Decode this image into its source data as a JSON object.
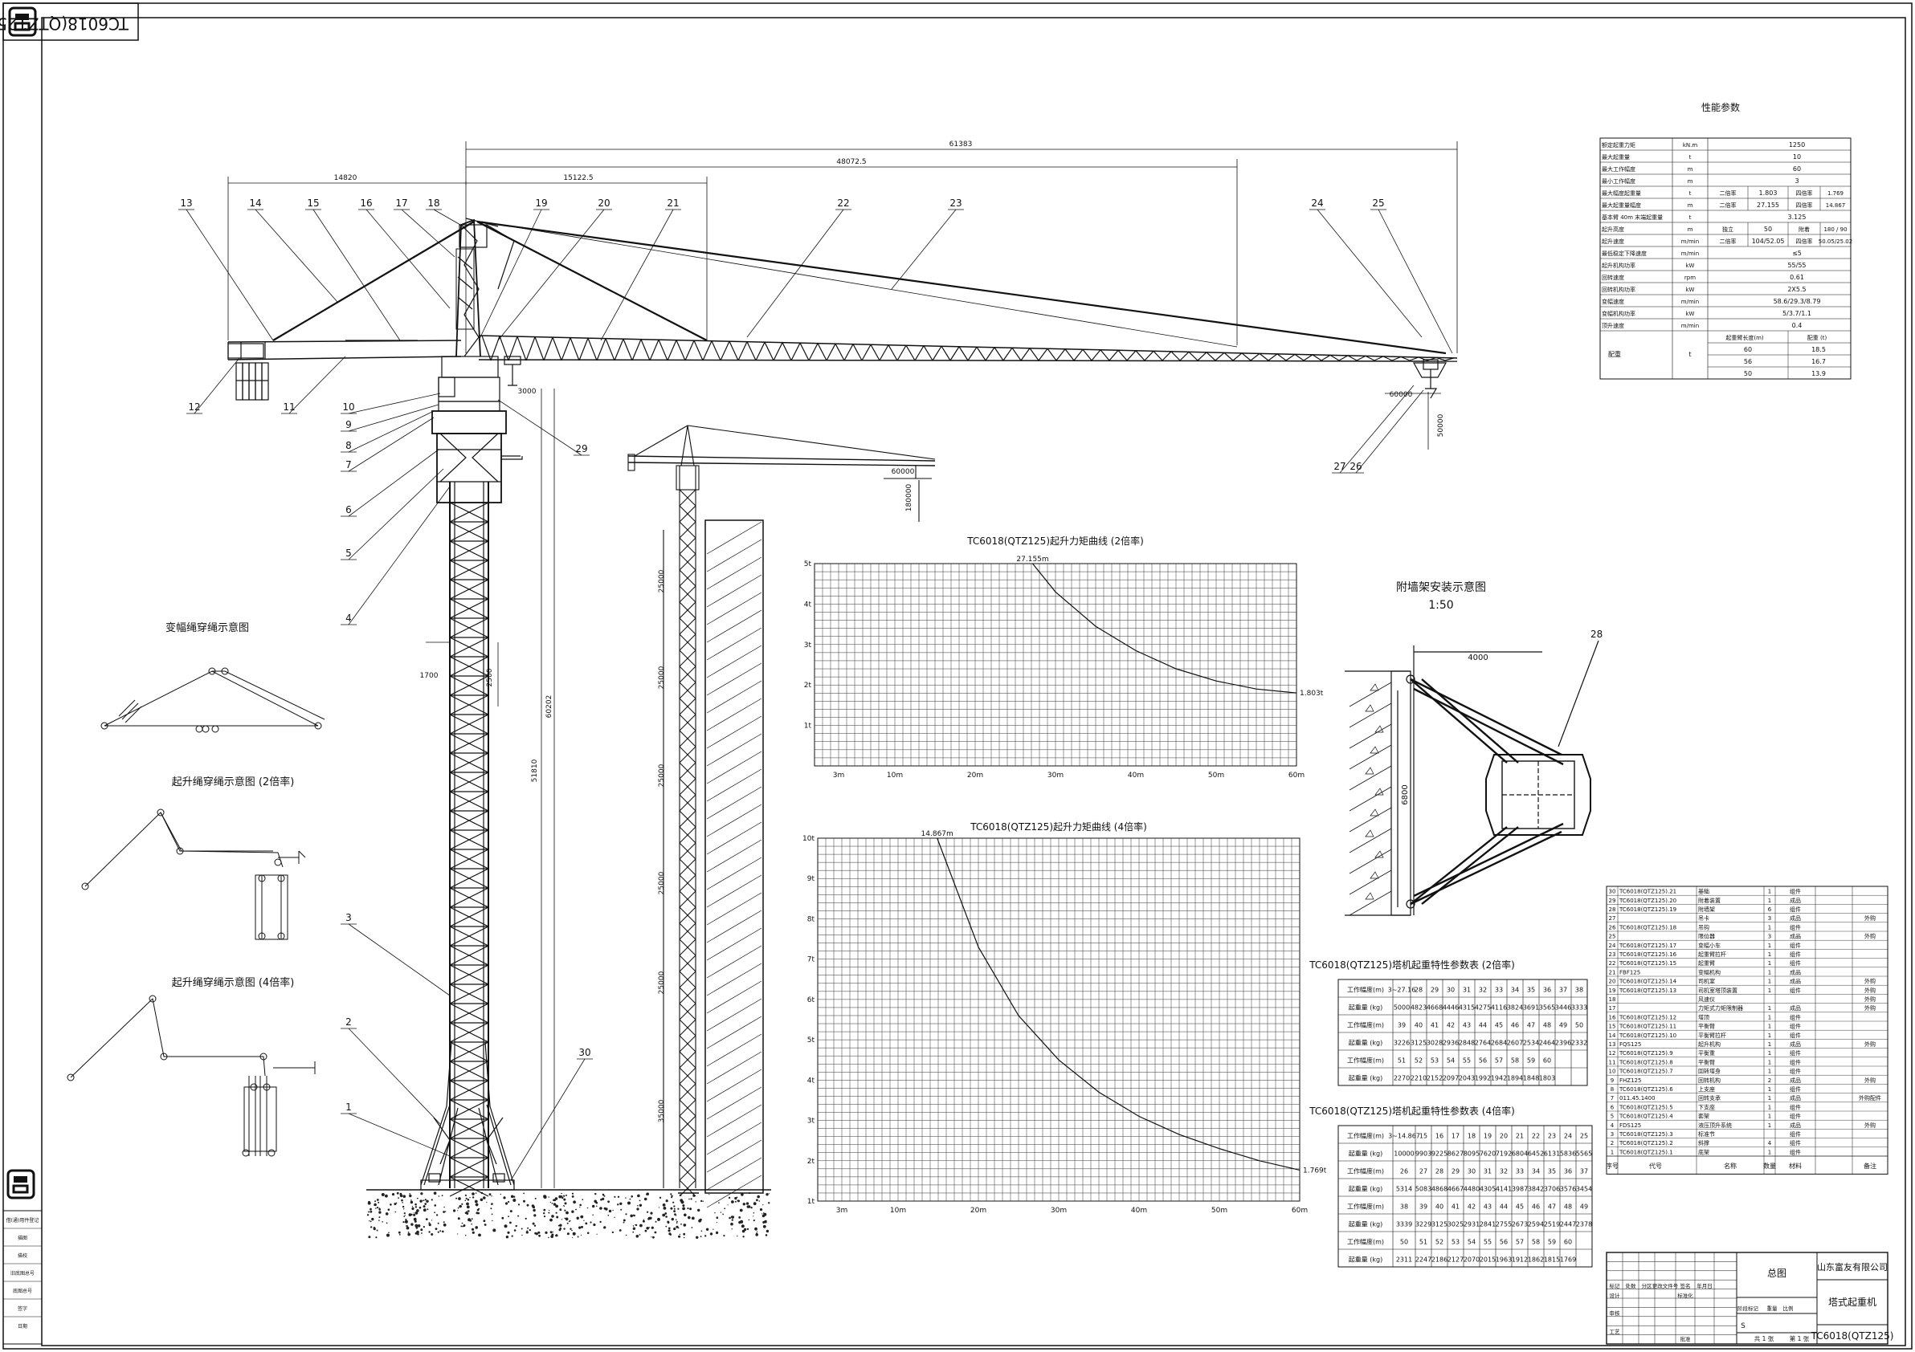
{
  "drawing_code": "TC6018(QTZ125)",
  "perf": {
    "title": "性能参数",
    "rows": [
      {
        "name": "额定起重力矩",
        "unit": "kN.m",
        "v1": "1250",
        "v2": "",
        "v3": "",
        "v4": ""
      },
      {
        "name": "最大起重量",
        "unit": "t",
        "v1": "10",
        "v2": "",
        "v3": "",
        "v4": ""
      },
      {
        "name": "最大工作幅度",
        "unit": "m",
        "v1": "60",
        "v2": "",
        "v3": "",
        "v4": ""
      },
      {
        "name": "最小工作幅度",
        "unit": "m",
        "v1": "3",
        "v2": "",
        "v3": "",
        "v4": ""
      },
      {
        "name": "最大幅度起重量",
        "unit": "t",
        "v1": "二倍率",
        "v2": "1.803",
        "v3": "四倍率",
        "v4": "1.769"
      },
      {
        "name": "最大起重量幅度",
        "unit": "m",
        "v1": "二倍率",
        "v2": "27.155",
        "v3": "四倍率",
        "v4": "14.867"
      },
      {
        "name": "基本臂 40m 末端起重量",
        "unit": "t",
        "v1": "3.125",
        "v2": "",
        "v3": "",
        "v4": ""
      },
      {
        "name": "起升高度",
        "unit": "m",
        "v1": "独立",
        "v2": "50",
        "v3": "附着",
        "v4": "180 / 90"
      },
      {
        "name": "起升速度",
        "unit": "m/min",
        "v1": "二倍率",
        "v2": "104/52.05",
        "v3": "四倍率",
        "v4": "50.05/25.02"
      },
      {
        "name": "最低稳定下降速度",
        "unit": "m/min",
        "v1": "≤5",
        "v2": "",
        "v3": "",
        "v4": ""
      },
      {
        "name": "起升机构功率",
        "unit": "kW",
        "v1": "55/55",
        "v2": "",
        "v3": "",
        "v4": ""
      },
      {
        "name": "回转速度",
        "unit": "rpm",
        "v1": "0.61",
        "v2": "",
        "v3": "",
        "v4": ""
      },
      {
        "name": "回转机构功率",
        "unit": "kW",
        "v1": "2X5.5",
        "v2": "",
        "v3": "",
        "v4": ""
      },
      {
        "name": "变幅速度",
        "unit": "m/min",
        "v1": "58.6/29.3/8.79",
        "v2": "",
        "v3": "",
        "v4": ""
      },
      {
        "name": "变幅机构功率",
        "unit": "kW",
        "v1": "5/3.7/1.1",
        "v2": "",
        "v3": "",
        "v4": ""
      },
      {
        "name": "顶升速度",
        "unit": "m/min",
        "v1": "0.4",
        "v2": "",
        "v3": "",
        "v4": ""
      }
    ],
    "weight_label": "配重",
    "weight_unit": "t",
    "weight_head": [
      "起重臂长度(m)",
      "配重 (t)"
    ],
    "weight_rows": [
      [
        "60",
        "18.5"
      ],
      [
        "56",
        "16.7"
      ],
      [
        "50",
        "13.9"
      ]
    ]
  },
  "crane": {
    "dims": [
      "14820",
      "15122.5",
      "48072.5",
      "61383",
      "3000",
      "60000",
      "50000",
      "1700",
      "2500",
      "60202",
      "51810"
    ],
    "callouts": [
      "1",
      "2",
      "3",
      "4",
      "5",
      "6",
      "7",
      "8",
      "9",
      "10",
      "11",
      "12",
      "13",
      "14",
      "15",
      "16",
      "17",
      "18",
      "19",
      "20",
      "21",
      "22",
      "23",
      "24",
      "25",
      "26",
      "27",
      "28",
      "29",
      "30"
    ]
  },
  "small_crane": {
    "dims": [
      "60000",
      "180000",
      "25000",
      "25000",
      "25000",
      "25000",
      "25000",
      "35000"
    ]
  },
  "reeving": {
    "luffing": "变幅绳穿绳示意图",
    "hoist2": "起升绳穿绳示意图 (2倍率)",
    "hoist4": "起升绳穿绳示意图 (4倍率)"
  },
  "chart_data": [
    {
      "type": "line",
      "title": "TC6018(QTZ125)起升力矩曲线 (2倍率)",
      "x_ticks": [
        "3m",
        "10m",
        "20m",
        "30m",
        "40m",
        "50m",
        "60m"
      ],
      "y_ticks": [
        "1t",
        "2t",
        "3t",
        "4t",
        "5t"
      ],
      "xlim": [
        0,
        60
      ],
      "ylim": [
        0,
        5
      ],
      "annotations": [
        "27.155m",
        "1.803t"
      ],
      "x": [
        3,
        27.155,
        30,
        35,
        40,
        45,
        50,
        55,
        60
      ],
      "y": [
        5.0,
        5.0,
        4.3,
        3.45,
        2.85,
        2.4,
        2.1,
        1.9,
        1.803
      ]
    },
    {
      "type": "line",
      "title": "TC6018(QTZ125)起升力矩曲线 (4倍率)",
      "x_ticks": [
        "3m",
        "10m",
        "20m",
        "30m",
        "40m",
        "50m",
        "60m"
      ],
      "y_ticks": [
        "1t",
        "2t",
        "3t",
        "4t",
        "5t",
        "6t",
        "7t",
        "8t",
        "9t",
        "10t"
      ],
      "xlim": [
        0,
        60
      ],
      "ylim": [
        1,
        10
      ],
      "annotations": [
        "14.867m",
        "1.769t"
      ],
      "x": [
        3,
        14.867,
        20,
        25,
        30,
        35,
        40,
        45,
        50,
        55,
        60
      ],
      "y": [
        10,
        10,
        7.3,
        5.6,
        4.5,
        3.7,
        3.1,
        2.65,
        2.3,
        2.0,
        1.769
      ]
    }
  ],
  "tie": {
    "title": "附墙架安装示意图",
    "scale": "1:50",
    "dims": [
      "4000",
      "6800"
    ],
    "callout": "28"
  },
  "table2": {
    "title": "TC6018(QTZ125)塔机起重特性参数表 (2倍率)",
    "rows": [
      [
        "工作幅度(m)",
        "3~27.16",
        "28",
        "29",
        "30",
        "31",
        "32",
        "33",
        "34",
        "35",
        "36",
        "37",
        "38"
      ],
      [
        "起重量 (kg)",
        "5000",
        "4823",
        "4668",
        "4446",
        "4315",
        "4275",
        "4116",
        "3824",
        "3691",
        "3565",
        "3446",
        "3333"
      ],
      [
        "工作幅度(m)",
        "39",
        "40",
        "41",
        "42",
        "43",
        "44",
        "45",
        "46",
        "47",
        "48",
        "49",
        "50"
      ],
      [
        "起重量 (kg)",
        "3226",
        "3125",
        "3028",
        "2936",
        "2848",
        "2764",
        "2684",
        "2607",
        "2534",
        "2464",
        "2396",
        "2332"
      ],
      [
        "工作幅度(m)",
        "51",
        "52",
        "53",
        "54",
        "55",
        "56",
        "57",
        "58",
        "59",
        "60",
        "",
        ""
      ],
      [
        "起重量 (kg)",
        "2270",
        "2210",
        "2152",
        "2097",
        "2043",
        "1992",
        "1942",
        "1894",
        "1848",
        "1803",
        "",
        ""
      ]
    ]
  },
  "table4": {
    "title": "TC6018(QTZ125)塔机起重特性参数表 (4倍率)",
    "rows": [
      [
        "工作幅度(m)",
        "3~14.867",
        "15",
        "16",
        "17",
        "18",
        "19",
        "20",
        "21",
        "22",
        "23",
        "24",
        "25"
      ],
      [
        "起重量 (kg)",
        "10000",
        "9903",
        "9225",
        "8627",
        "8095",
        "7620",
        "7192",
        "6804",
        "6452",
        "6131",
        "5836",
        "5565"
      ],
      [
        "工作幅度(m)",
        "26",
        "27",
        "28",
        "29",
        "30",
        "31",
        "32",
        "33",
        "34",
        "35",
        "36",
        "37"
      ],
      [
        "起重量 (kg)",
        "5314",
        "5083",
        "4868",
        "4667",
        "4480",
        "4305",
        "4141",
        "3987",
        "3842",
        "3706",
        "3576",
        "3454"
      ],
      [
        "工作幅度(m)",
        "38",
        "39",
        "40",
        "41",
        "42",
        "43",
        "44",
        "45",
        "46",
        "47",
        "48",
        "49"
      ],
      [
        "起重量 (kg)",
        "3339",
        "3229",
        "3125",
        "3025",
        "2931",
        "2841",
        "2755",
        "2673",
        "2594",
        "2519",
        "2447",
        "2378"
      ],
      [
        "工作幅度(m)",
        "50",
        "51",
        "52",
        "53",
        "54",
        "55",
        "56",
        "57",
        "58",
        "59",
        "60",
        ""
      ],
      [
        "起重量 (kg)",
        "2311",
        "2247",
        "2186",
        "2127",
        "2070",
        "2015",
        "1963",
        "1912",
        "1862",
        "1815",
        "1769",
        ""
      ]
    ]
  },
  "bom": {
    "rows": [
      [
        "30",
        "TC6018(QTZ125).21",
        "基础",
        "1",
        "组件",
        ""
      ],
      [
        "29",
        "TC6018(QTZ125).20",
        "附着装置",
        "1",
        "成品",
        ""
      ],
      [
        "28",
        "TC6018(QTZ125).19",
        "附墙架",
        "6",
        "组件",
        ""
      ],
      [
        "27",
        "",
        "吊卡",
        "3",
        "成品",
        "外购"
      ],
      [
        "26",
        "TC6018(QTZ125).18",
        "吊钩",
        "1",
        "组件",
        ""
      ],
      [
        "25",
        "",
        "限位器",
        "3",
        "成品",
        "外购"
      ],
      [
        "24",
        "TC6018(QTZ125).17",
        "变幅小车",
        "1",
        "组件",
        ""
      ],
      [
        "23",
        "TC6018(QTZ125).16",
        "起重臂拉杆",
        "1",
        "组件",
        ""
      ],
      [
        "22",
        "TC6018(QTZ125).15",
        "起重臂",
        "1",
        "组件",
        ""
      ],
      [
        "21",
        "FBF125",
        "变幅机构",
        "1",
        "成品",
        ""
      ],
      [
        "20",
        "TC6018(QTZ125).14",
        "司机室",
        "1",
        "成品",
        "外购"
      ],
      [
        "19",
        "TC6018(QTZ125).13",
        "司机室塔顶装置",
        "1",
        "组件",
        "外购"
      ],
      [
        "18",
        "",
        "风速仪",
        "",
        "",
        "外购"
      ],
      [
        "17",
        "",
        "力矩式力矩限制器",
        "1",
        "成品",
        "外购"
      ],
      [
        "16",
        "TC6018(QTZ125).12",
        "塔顶",
        "1",
        "组件",
        ""
      ],
      [
        "15",
        "TC6018(QTZ125).11",
        "平衡臂",
        "1",
        "组件",
        ""
      ],
      [
        "14",
        "TC6018(QTZ125).10",
        "平衡臂拉杆",
        "1",
        "组件",
        ""
      ],
      [
        "13",
        "FQS125",
        "起升机构",
        "1",
        "成品",
        "外购"
      ],
      [
        "12",
        "TC6018(QTZ125).9",
        "平衡重",
        "1",
        "组件",
        ""
      ],
      [
        "11",
        "TC6018(QTZ125).8",
        "平衡臂",
        "1",
        "组件",
        ""
      ],
      [
        "10",
        "TC6018(QTZ125).7",
        "回转塔身",
        "1",
        "组件",
        ""
      ],
      [
        "9",
        "FHZ125",
        "回转机构",
        "2",
        "成品",
        "外购"
      ],
      [
        "8",
        "TC6018(QTZ125).6",
        "上支座",
        "1",
        "组件",
        ""
      ],
      [
        "7",
        "011.45.1400",
        "回转支承",
        "1",
        "成品",
        "外购配件"
      ],
      [
        "6",
        "TC6018(QTZ125).5",
        "下支座",
        "1",
        "组件",
        ""
      ],
      [
        "5",
        "TC6018(QTZ125).4",
        "套架",
        "1",
        "组件",
        ""
      ],
      [
        "4",
        "FDS125",
        "液压顶升系统",
        "1",
        "成品",
        "外购"
      ],
      [
        "3",
        "TC6018(QTZ125).3",
        "标准节",
        "",
        "组件",
        ""
      ],
      [
        "2",
        "TC6018(QTZ125).2",
        "斜撑",
        "4",
        "组件",
        ""
      ],
      [
        "1",
        "TC6018(QTZ125).1",
        "底架",
        "1",
        "组件",
        ""
      ]
    ],
    "head": [
      "序号",
      "代号",
      "名称",
      "数量",
      "材料",
      "备注"
    ]
  },
  "titleblock": {
    "company": "山东富友有限公司",
    "drawing_name": "总图",
    "product": "塔式起重机",
    "code": "TC6018(QTZ125)",
    "stage": "S",
    "sheets": "共 1 张",
    "sheet_no": "第 1 张",
    "labels": [
      "标记",
      "处数",
      "分区",
      "更改文件号",
      "签名",
      "年月日",
      "设计",
      "标准化",
      "阶段标记",
      "重量",
      "比例",
      "审核",
      "工艺",
      "批准"
    ]
  },
  "left_strip": [
    "借(通)用件登记",
    "描图",
    "描校",
    "旧底图总号",
    "底图总号",
    "签字",
    "日期"
  ]
}
